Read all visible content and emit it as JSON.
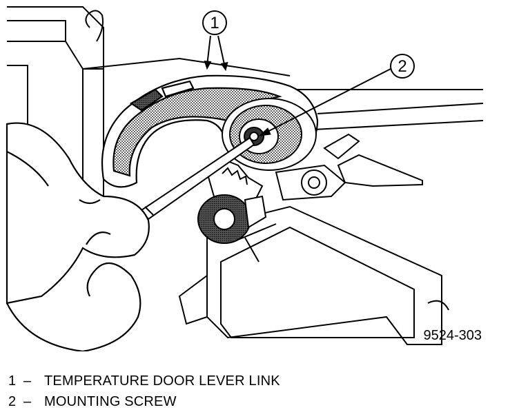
{
  "figure": {
    "id": "9524-303",
    "callouts": [
      {
        "number": "1"
      },
      {
        "number": "2"
      }
    ]
  },
  "legend": [
    {
      "number": "1",
      "separator": "–",
      "text": "TEMPERATURE DOOR LEVER LINK"
    },
    {
      "number": "2",
      "separator": "–",
      "text": "MOUNTING SCREW"
    }
  ]
}
